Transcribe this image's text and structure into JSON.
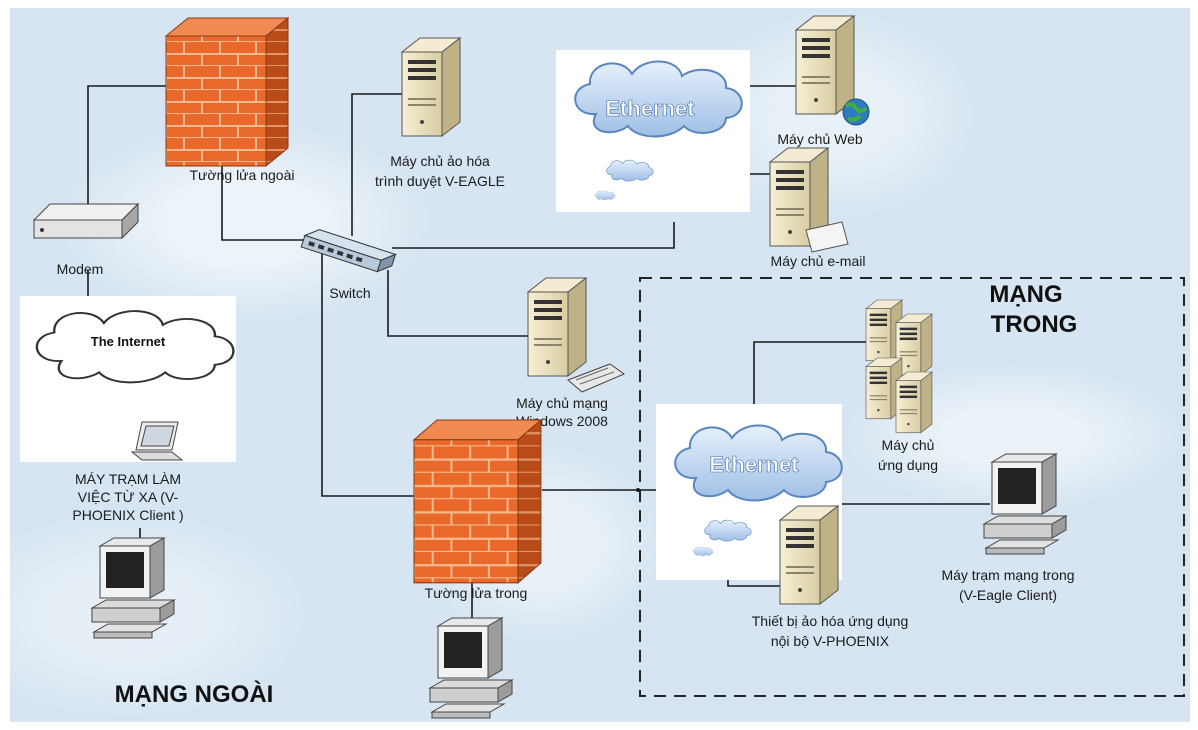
{
  "zones": {
    "external_label": "MẠNG NGOÀI",
    "internal_label_line1": "MẠNG",
    "internal_label_line2": "TRONG"
  },
  "nodes": {
    "outer_firewall": "Tường lửa ngoài",
    "inner_firewall": "Tường lửa trong",
    "modem": "Modem",
    "switch": "Switch",
    "internet_cloud": "The Internet",
    "ethernet_top": "Ethernet",
    "ethernet_bottom": "Ethernet",
    "browser_server_line1": "Máy chủ ảo hóa",
    "browser_server_line2": "trình duyệt V-EAGLE",
    "web_server": "Máy chủ Web",
    "email_server": "Máy chủ e-mail",
    "windows_server_line1": "Máy chủ mạng",
    "windows_server_line2": "Windows 2008",
    "app_server_line1": "Máy chủ",
    "app_server_line2": "ứng dụng",
    "internal_workstation_line1": "Máy trạm mạng trong",
    "internal_workstation_line2": "(V-Eagle Client)",
    "vphoenix_device_line1": "Thiết  bị ảo hóa ứng dụng",
    "vphoenix_device_line2": "nội bộ V-PHOENIX",
    "remote_workstation_line1": "MÁY TRẠM LÀM",
    "remote_workstation_line2": "VIỆC TỪ XA (V-",
    "remote_workstation_line3": "PHOENIX Client )"
  },
  "colors": {
    "background": "#d6e5f1",
    "firewall_brick": "#e8692a",
    "firewall_mortar": "#f6b98e",
    "cloud_fill": "#c9dcf3",
    "server_body": "#ece4c4",
    "dashed_border": "#222222"
  },
  "icons": [
    "firewall-icon",
    "server-icon",
    "modem-icon",
    "switch-icon",
    "cloud-icon",
    "laptop-icon",
    "desktop-icon",
    "globe-icon",
    "server-cluster-icon"
  ]
}
